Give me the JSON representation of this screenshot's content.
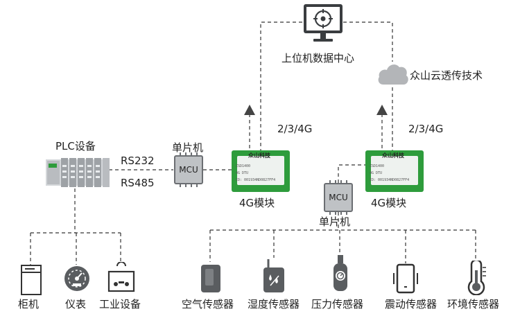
{
  "nodes": {
    "data_center": "上位机数据中心",
    "cloud_tech": "众山云透传技术",
    "net_left": "2/3/4G",
    "net_right": "2/3/4G",
    "plc": "PLC设备",
    "rs232": "RS232",
    "rs485": "RS485",
    "mcu_top_label": "单片机",
    "mcu_bottom_label": "单片机",
    "mcu_chip_text": "MCU",
    "module_left": "4G模块",
    "module_right": "4G模块"
  },
  "module_board": {
    "brand": "众山科技",
    "model": "ZSD1400",
    "sub": "4G  DTU",
    "id": "ID: 001934ND0827FF4"
  },
  "plc_devices": [
    {
      "label": "柜机",
      "icon": "cabinet-icon"
    },
    {
      "label": "仪表",
      "icon": "meter-icon"
    },
    {
      "label": "工业设备",
      "icon": "industrial-device-icon"
    }
  ],
  "sensors": [
    {
      "label": "空气传感器",
      "icon": "air-sensor-icon"
    },
    {
      "label": "湿度传感器",
      "icon": "humidity-sensor-icon"
    },
    {
      "label": "压力传感器",
      "icon": "pressure-sensor-icon"
    },
    {
      "label": "震动传感器",
      "icon": "vibration-sensor-icon"
    },
    {
      "label": "环境传感器",
      "icon": "thermometer-icon"
    }
  ],
  "colors": {
    "line": "#333333",
    "icon_gray": "#5a5d60",
    "board_green": "#2e9c3c",
    "cloud_gray": "#b3b5b8"
  }
}
